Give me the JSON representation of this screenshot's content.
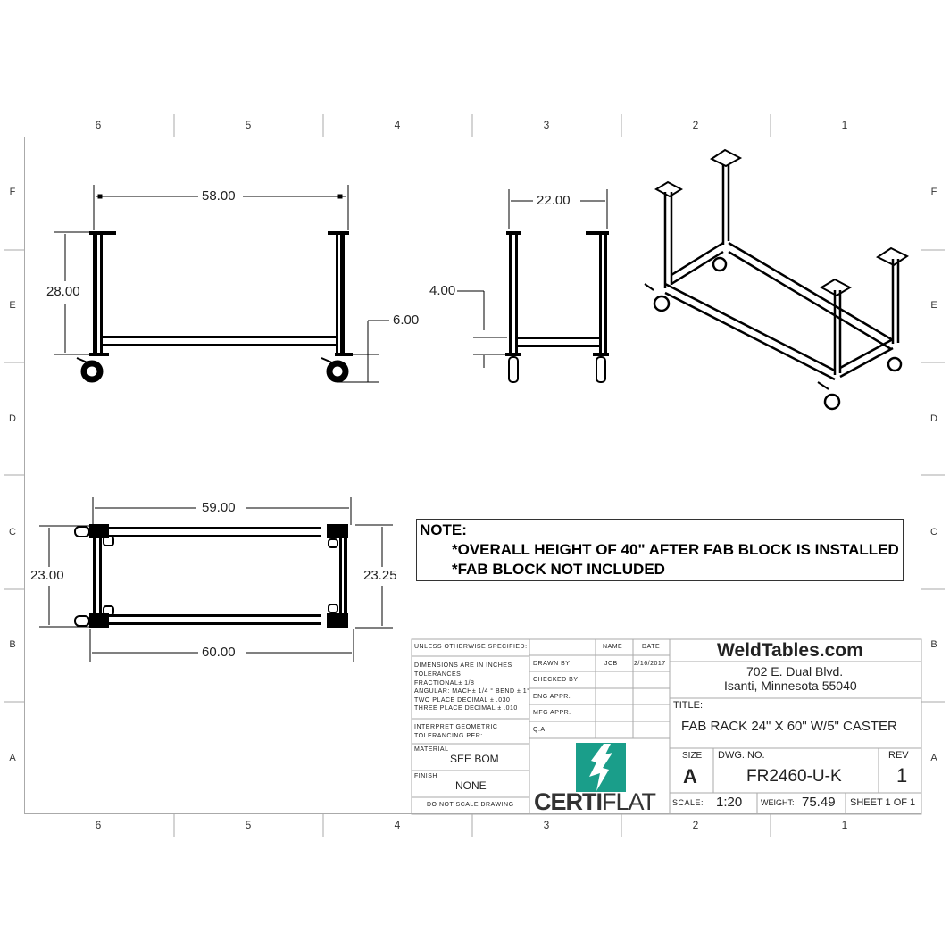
{
  "border": {
    "columns": [
      "6",
      "5",
      "4",
      "3",
      "2",
      "1"
    ],
    "rows": [
      "F",
      "E",
      "D",
      "C",
      "B",
      "A"
    ]
  },
  "front_view": {
    "width_dim": "58.00",
    "height_dim": "28.00",
    "lower_shelf_dim": "6.00"
  },
  "side_view": {
    "width_dim": "22.00",
    "shelf_dim": "4.00"
  },
  "top_view": {
    "inner_length_dim": "59.00",
    "outer_length_dim": "60.00",
    "left_width_dim": "23.00",
    "right_width_dim": "23.25"
  },
  "note": {
    "heading": "NOTE:",
    "lines": [
      "*OVERALL HEIGHT OF 40\"  AFTER FAB BLOCK IS INSTALLED",
      "*FAB BLOCK NOT INCLUDED"
    ]
  },
  "title_block": {
    "unless_specified": "UNLESS OTHERWISE SPECIFIED:",
    "tolerances": [
      "DIMENSIONS ARE IN INCHES",
      "TOLERANCES:",
      "FRACTIONAL± 1/8",
      "ANGULAR: MACH± 1/4 ° BEND ± 1°",
      "TWO PLACE DECIMAL    ± .030",
      "THREE PLACE DECIMAL  ± .010"
    ],
    "interpret": [
      "INTERPRET GEOMETRIC",
      "TOLERANCING PER:"
    ],
    "material_label": "MATERIAL",
    "material_value": "SEE BOM",
    "finish_label": "FINISH",
    "finish_value": "NONE",
    "do_not_scale": "DO NOT SCALE DRAWING",
    "signoff_headers": {
      "name": "NAME",
      "date": "DATE"
    },
    "signoff_rows": [
      {
        "label": "DRAWN BY",
        "name": "JCB",
        "date": "2/16/2017"
      },
      {
        "label": "CHECKED BY",
        "name": "",
        "date": ""
      },
      {
        "label": "ENG APPR.",
        "name": "",
        "date": ""
      },
      {
        "label": "MFG APPR.",
        "name": "",
        "date": ""
      },
      {
        "label": "Q.A.",
        "name": "",
        "date": ""
      }
    ],
    "logo": {
      "bold": "CERTI",
      "light": "FLAT",
      "color": "#1a9e8a"
    },
    "company": "WeldTables.com",
    "address_1": "702 E. Dual Blvd.",
    "address_2": "Isanti, Minnesota 55040",
    "title_label": "TITLE:",
    "title": "FAB RACK 24\" X 60\" W/5\" CASTER",
    "size_label": "SIZE",
    "size": "A",
    "dwg_no_label": "DWG.  NO.",
    "dwg_no": "FR2460-U-K",
    "rev_label": "REV",
    "rev": "1",
    "scale_label": "SCALE:",
    "scale": "1:20",
    "weight_label": "WEIGHT:",
    "weight": "75.49",
    "sheet": "SHEET 1 OF 1"
  }
}
